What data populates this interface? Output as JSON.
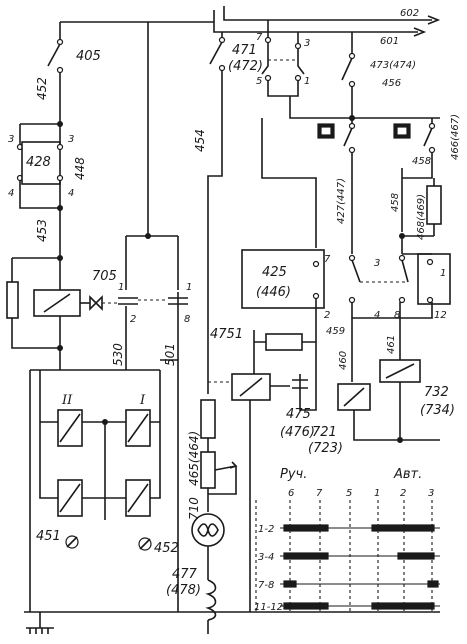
{
  "labels": {
    "sw405": "405",
    "w452": "452",
    "c3a": "3",
    "c4a": "4",
    "c3b": "3",
    "c4b": "4",
    "r428": "428",
    "r448": "448",
    "w453": "453",
    "r705": "705",
    "cross1a": "1",
    "cross1b": "1",
    "cross2": "2",
    "cross8": "8",
    "w530": "530",
    "w501": "501",
    "roman2": "II",
    "roman1": "I",
    "r451": "451",
    "r452": "452",
    "sw471": "471",
    "sw472": "(472)",
    "w454": "454",
    "w465": "465(464)",
    "w710": "710",
    "r477": "477",
    "r478": "(478)",
    "top602": "602",
    "top601": "601",
    "k7": "7",
    "k3": "3",
    "k5": "5",
    "k1": "1",
    "sw473": "473(474)",
    "w456": "456",
    "w466": "466(467)",
    "w427": "427(447)",
    "w458": "458",
    "w458b": "458",
    "w468": "468(469)",
    "r425": "425",
    "r446": "(446)",
    "c7": "7",
    "c2": "2",
    "c3c": "3",
    "c1c": "1",
    "c4c": "4",
    "c8c": "8",
    "c12c": "12",
    "w459": "459",
    "w460": "460",
    "w461": "461",
    "r4751": "4751",
    "r475": "475",
    "r476": "(476)",
    "r721": "721",
    "r723": "(723)",
    "r732": "732",
    "r734": "(734)",
    "tbl_ruch": "Руч.",
    "tbl_avt": "Авт.",
    "tbl_c6": "6",
    "tbl_c7": "7",
    "tbl_c5": "5",
    "tbl_a1": "1",
    "tbl_a2": "2",
    "tbl_a3": "3",
    "tbl_r1": "1-2",
    "tbl_r2": "3-4",
    "tbl_r3": "7-8",
    "tbl_r4": "11-12"
  }
}
